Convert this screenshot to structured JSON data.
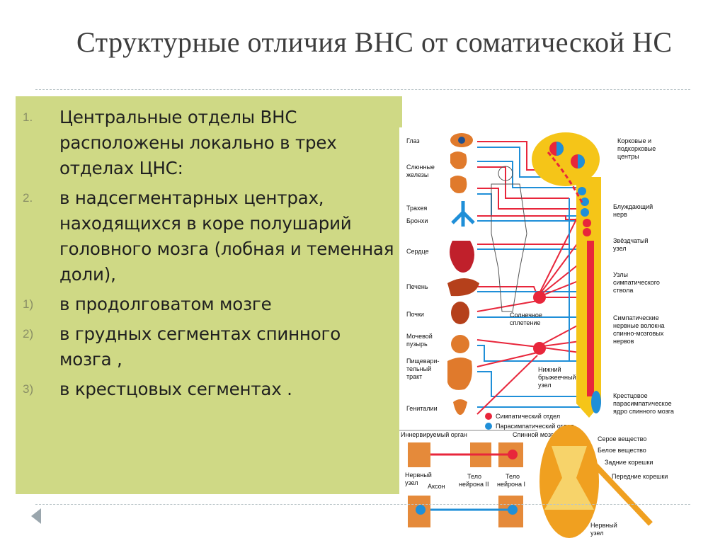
{
  "slide": {
    "title": "Структурные отличия ВНС от соматической НС"
  },
  "list": {
    "items": [
      {
        "marker": "1.",
        "text": "Центральные отделы ВНС расположены локально в трех отделах ЦНС:"
      },
      {
        "marker": "2.",
        "text": "в надсегментарных центрах, находящихся в коре полушарий головного мозга (лобная и теменная доли),"
      },
      {
        "marker": "1)",
        "text": "в продолговатом мозге"
      },
      {
        "marker": "2)",
        "text": "в грудных сегментах спинного мозга ,"
      },
      {
        "marker": "3)",
        "text": "в крестцовых сегментах ."
      }
    ]
  },
  "diagram": {
    "organs": {
      "eye": "Глаз",
      "salivary_1": "Слюнные",
      "salivary_2": "железы",
      "trachea": "Трахея",
      "bronchi": "Бронхи",
      "heart": "Сердце",
      "liver": "Печень",
      "kidneys": "Почки",
      "bladder_1": "Мочевой",
      "bladder_2": "пузырь",
      "digestive_1": "Пищевари-",
      "digestive_2": "тельный",
      "digestive_3": "тракт",
      "genitals": "Гениталии"
    },
    "centers": {
      "cortical_1": "Корковые и",
      "cortical_2": "подкорковые",
      "cortical_3": "центры",
      "vagus_1": "Блуждающий",
      "vagus_2": "нерв",
      "stellate_1": "Звёздчатый",
      "stellate_2": "узел",
      "trunk_1": "Узлы",
      "trunk_2": "симпатического",
      "trunk_3": "ствола",
      "fibers_1": "Симпатические",
      "fibers_2": "нервные волокна",
      "fibers_3": "спинно-мозговых",
      "fibers_4": "нервов",
      "sacral_1": "Крестцовое",
      "sacral_2": "парасимпатическое",
      "sacral_3": "ядро спинного мозга",
      "solar_1": "Солнечное",
      "solar_2": "сплетение",
      "mesenteric_1": "Нижний",
      "mesenteric_2": "брыжеечный",
      "mesenteric_3": "узел"
    },
    "legend": {
      "sympathetic": "Симпатический отдел",
      "parasympathetic": "Парасимпатический отдел"
    },
    "lower": {
      "innervated_organ": "Иннервируемый орган",
      "spinal_cord": "Спинной мозг",
      "ganglion_1": "Нервный",
      "ganglion_2": "узел",
      "axon": "Аксон",
      "body2_1": "Тело",
      "body2_2": "нейрона II",
      "body1_1": "Тело",
      "body1_2": "нейрона I",
      "grey_matter": "Серое вещество",
      "white_matter": "Белое вещество",
      "dorsal_roots": "Задние корешки",
      "ventral_roots": "Передние корешки",
      "ganglion2_1": "Нервный",
      "ganglion2_2": "узел"
    },
    "colors": {
      "sympathetic": "#e8263b",
      "parasympathetic": "#1f8fd8",
      "brain": "#f5c518",
      "organ": "#e07a2c",
      "panel": "#cfd985"
    }
  }
}
